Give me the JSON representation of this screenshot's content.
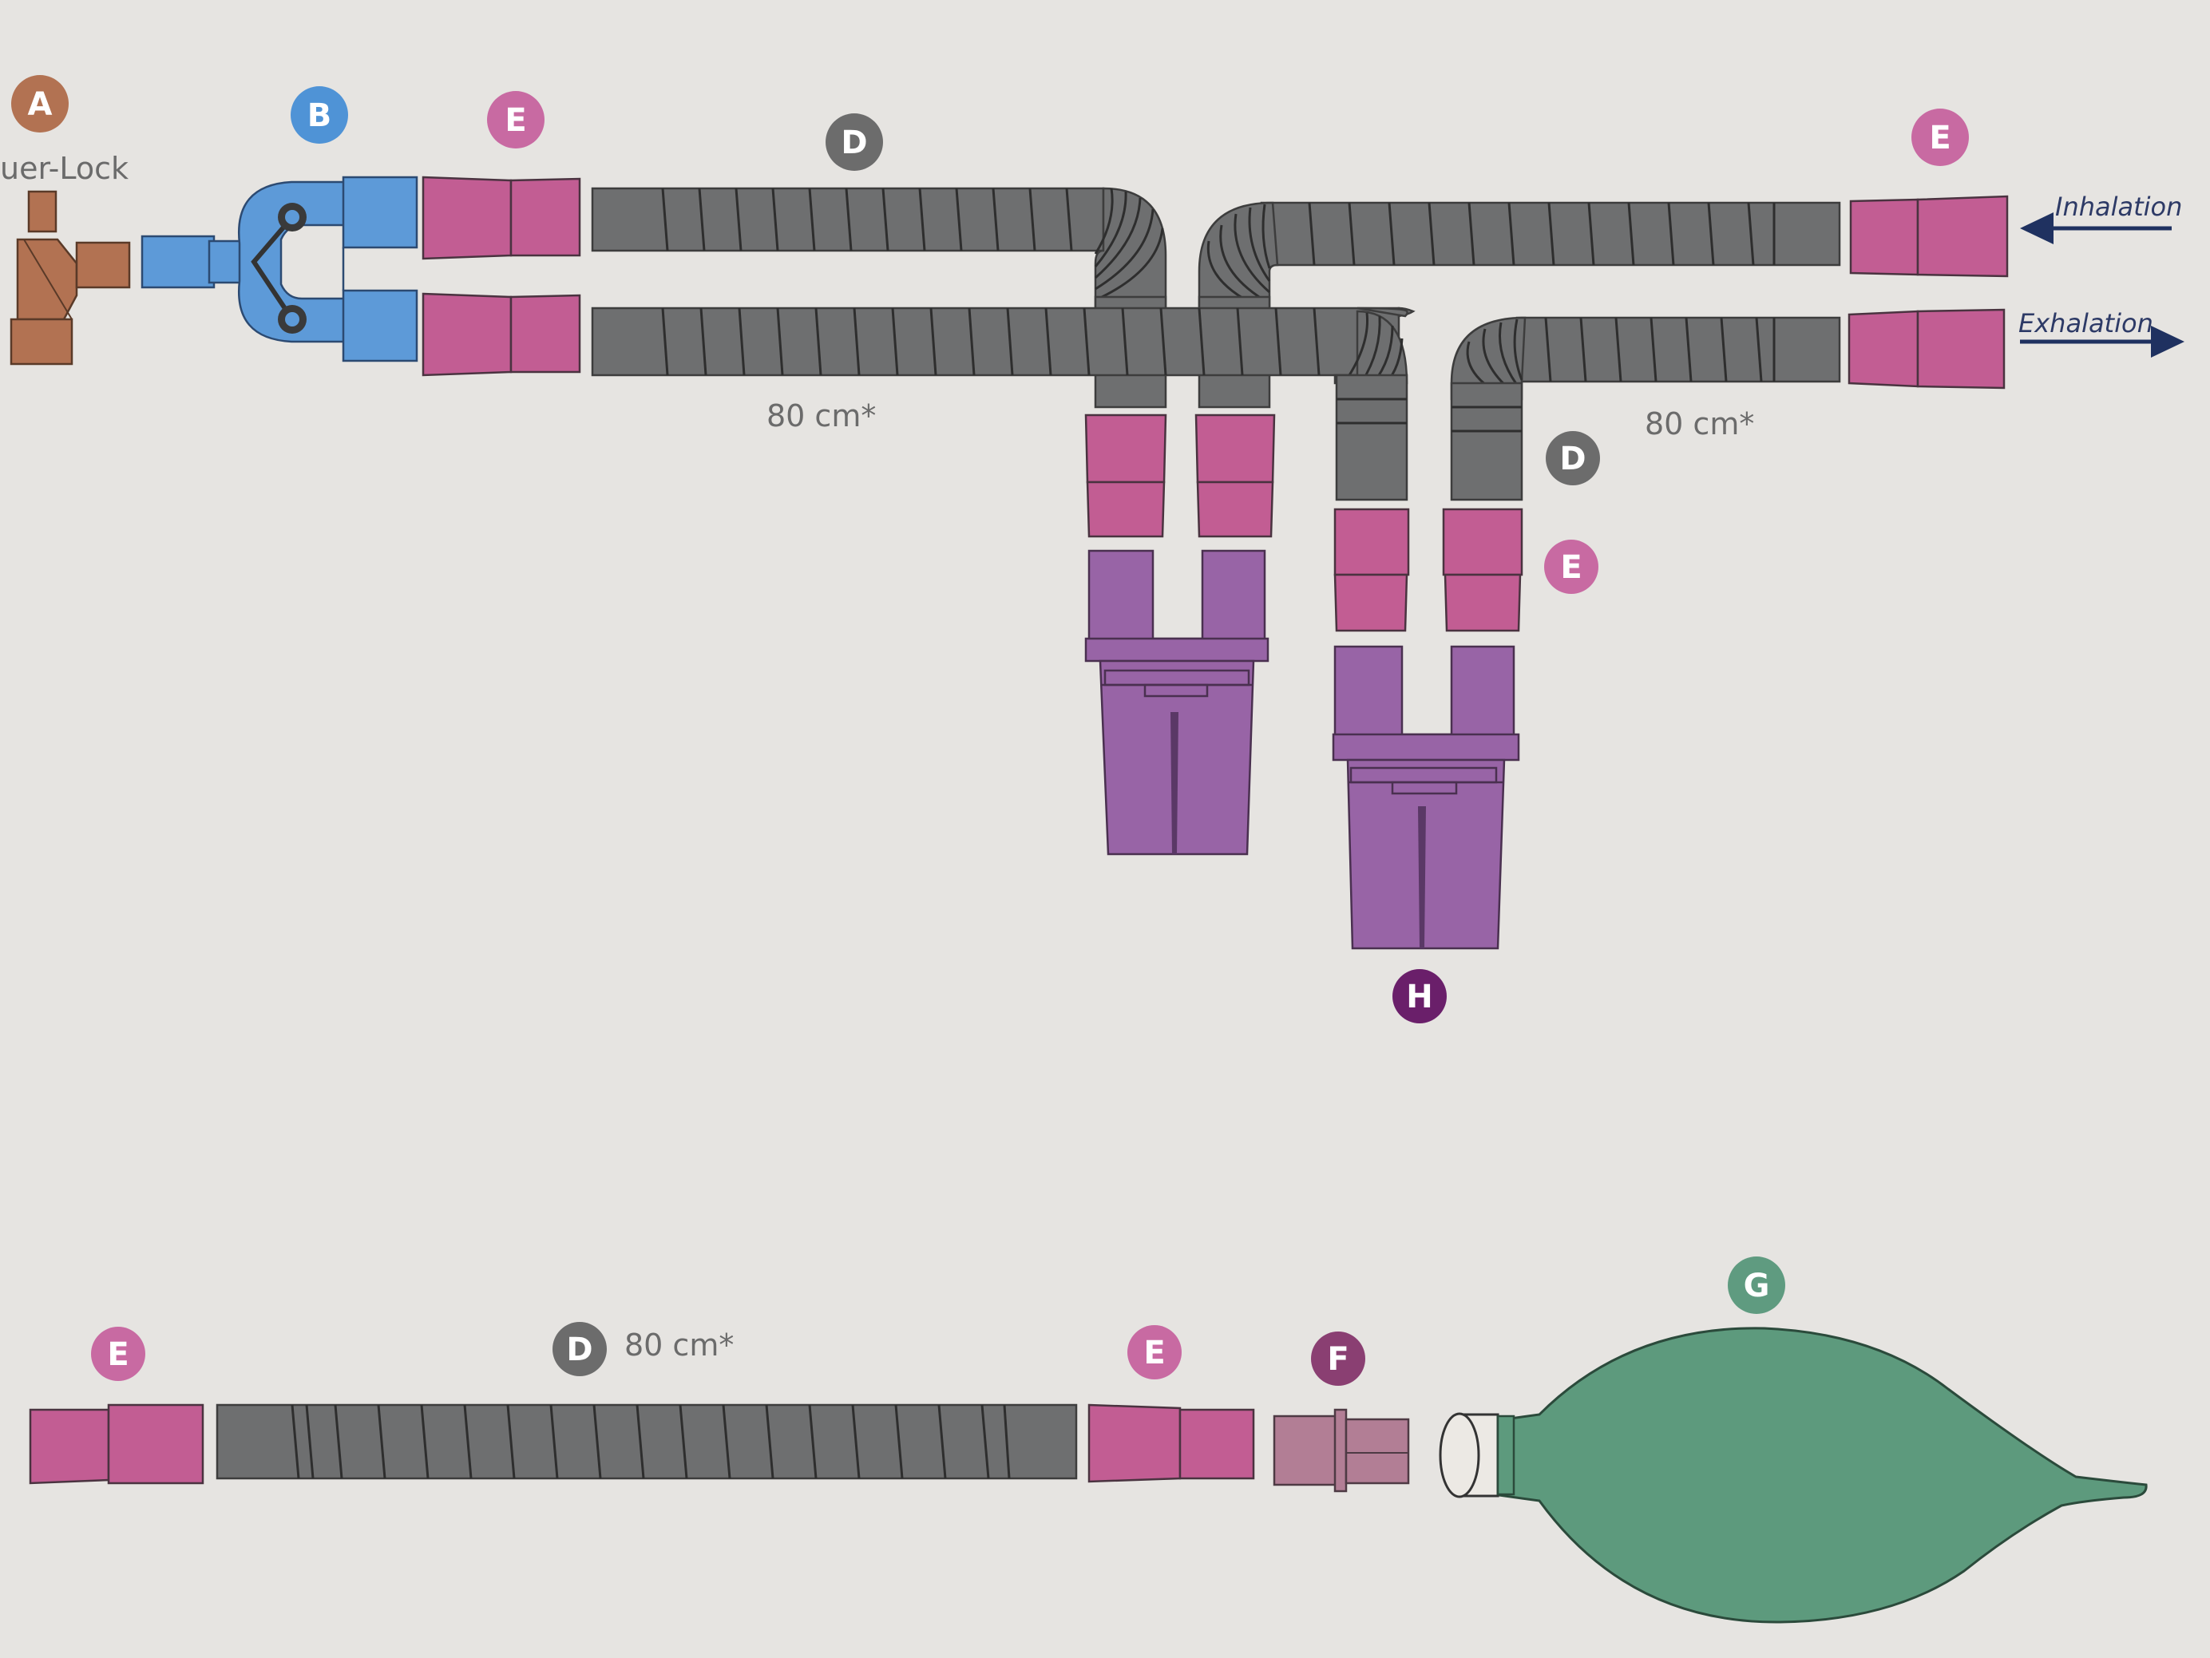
{
  "diagram": {
    "connector_labels": {
      "A": "A",
      "B": "B",
      "D": "D",
      "E": "E",
      "F": "F",
      "G": "G",
      "H": "H"
    },
    "luer_lock_text": "uer-Lock",
    "length_note": "80 cm*",
    "flow": {
      "inhalation": "Inhalation",
      "exhalation": "Exhalation"
    },
    "colors": {
      "background": "#e6e4e1",
      "A": "#b27252",
      "B": "#4f93d6",
      "D": "#6c6c6c",
      "E": "#c86aa2",
      "F": "#8a3f72",
      "G": "#5f9b80",
      "H": "#6a1f6a",
      "tube": "#6e6f70",
      "adapter": "#c25d93",
      "water_trap": "#9864a6",
      "bag": "#5d9a7d",
      "arrow": "#1f3160"
    }
  }
}
